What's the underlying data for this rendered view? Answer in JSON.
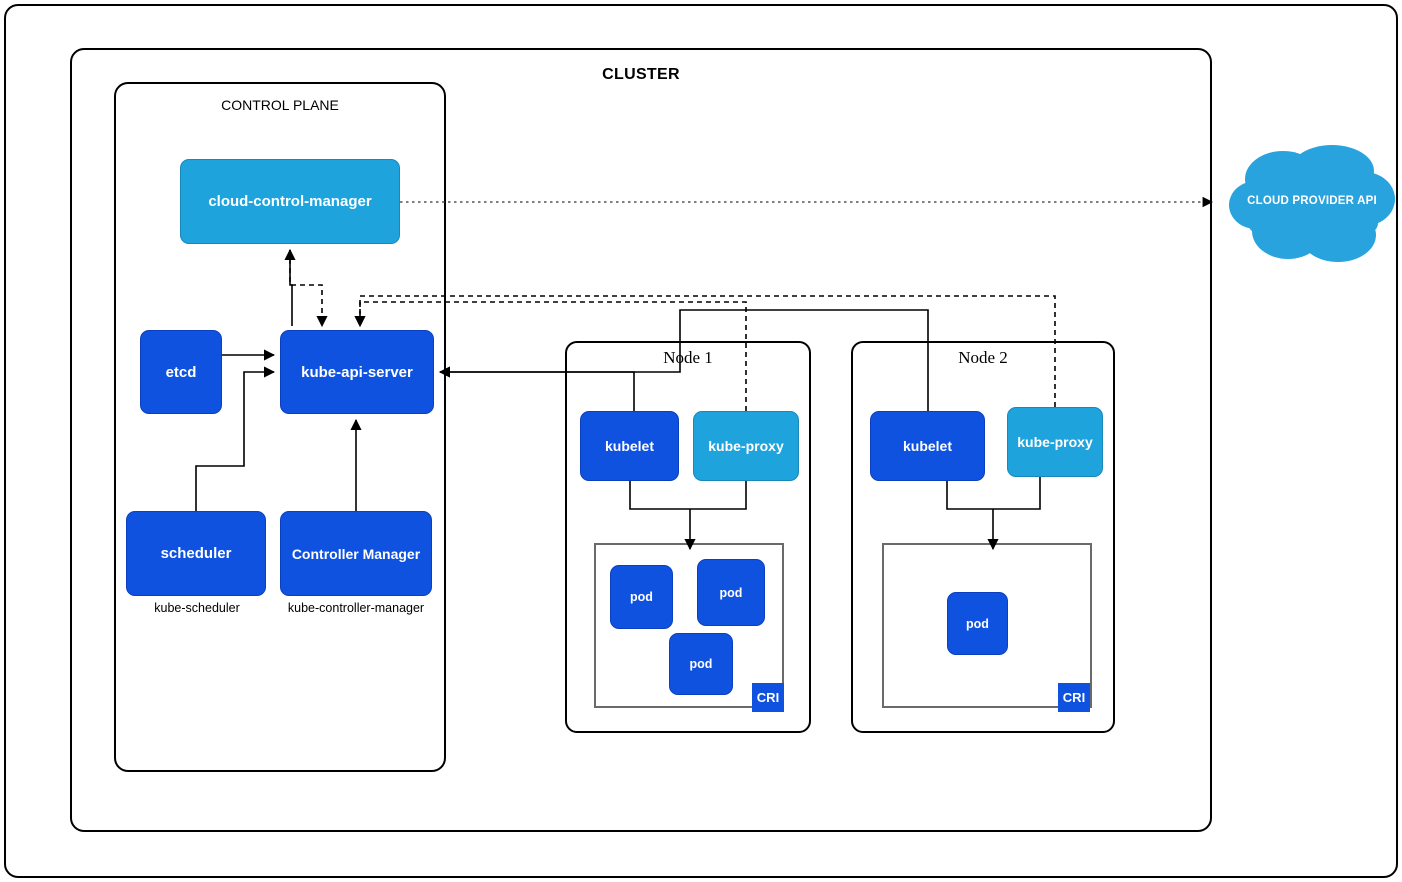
{
  "diagram": {
    "type": "kubernetes-cluster-architecture",
    "outer_frame_label": "",
    "cluster": {
      "title": "CLUSTER",
      "control_plane": {
        "title": "CONTROL PLANE",
        "components": [
          {
            "id": "cloud-control-manager",
            "label": "cloud-control-manager",
            "color": "#1ea3dc",
            "style": "light"
          },
          {
            "id": "etcd",
            "label": "etcd",
            "color": "#0f52e0",
            "style": "dark"
          },
          {
            "id": "kube-api-server",
            "label": "kube-api-server",
            "color": "#0f52e0",
            "style": "dark"
          },
          {
            "id": "scheduler",
            "label": "scheduler",
            "color": "#0f52e0",
            "style": "dark",
            "sublabel": "kube-scheduler"
          },
          {
            "id": "controller-manager",
            "label": "Controller Manager",
            "color": "#0f52e0",
            "style": "dark",
            "sublabel": "kube-controller-manager"
          }
        ],
        "sublabels": {
          "scheduler": "kube-scheduler",
          "controller_manager": "kube-controller-manager"
        }
      },
      "nodes": [
        {
          "id": "node1",
          "title": "Node 1",
          "kubelet": "kubelet",
          "kube_proxy": "kube-proxy",
          "cri_label": "CRI",
          "pods": [
            {
              "label": "pod"
            },
            {
              "label": "pod"
            },
            {
              "label": "pod"
            }
          ],
          "pod_count": 3
        },
        {
          "id": "node2",
          "title": "Node 2",
          "kubelet": "kubelet",
          "kube_proxy": "kube-proxy",
          "cri_label": "CRI",
          "pods": [
            {
              "label": "pod"
            }
          ],
          "pod_count": 1
        }
      ]
    },
    "external": {
      "cloud_provider_api": {
        "label": "CLOUD PROVIDER API",
        "color": "#29a3dd",
        "shape": "cloud"
      }
    },
    "colors": {
      "dark_blue": "#0f52e0",
      "light_blue": "#1ea3dc",
      "cloud_blue": "#29a3dd",
      "frame_stroke": "#000000",
      "cri_stroke": "#6a6a6a",
      "background": "#ffffff",
      "text_on_fill": "#ffffff"
    },
    "connections": [
      {
        "from": "etcd",
        "to": "kube-api-server",
        "style": "solid",
        "arrow": "single"
      },
      {
        "from": "scheduler",
        "to": "kube-api-server",
        "style": "solid",
        "arrow": "single"
      },
      {
        "from": "controller-manager",
        "to": "kube-api-server",
        "style": "solid",
        "arrow": "single"
      },
      {
        "from": "kube-api-server",
        "to": "cloud-control-manager",
        "style": "solid",
        "arrow": "single"
      },
      {
        "from": "cloud-control-manager",
        "to": "kube-api-server",
        "style": "dashed",
        "arrow": "single"
      },
      {
        "from": "cloud-control-manager",
        "to": "cloud-provider-api",
        "style": "dotted",
        "arrow": "single"
      },
      {
        "from": "node1-kubelet",
        "to": "kube-api-server",
        "style": "solid",
        "arrow": "single"
      },
      {
        "from": "node1-kube-proxy",
        "to": "kube-api-server",
        "style": "dashed",
        "arrow": "single"
      },
      {
        "from": "node2-kubelet",
        "to": "kube-api-server",
        "style": "solid",
        "arrow": "single"
      },
      {
        "from": "node2-kube-proxy",
        "to": "kube-api-server",
        "style": "dashed",
        "arrow": "single"
      },
      {
        "from": "node1-kubelet+node1-kube-proxy",
        "to": "node1-cri",
        "style": "solid",
        "arrow": "single"
      },
      {
        "from": "node2-kubelet+node2-kube-proxy",
        "to": "node2-cri",
        "style": "solid",
        "arrow": "single"
      }
    ]
  }
}
